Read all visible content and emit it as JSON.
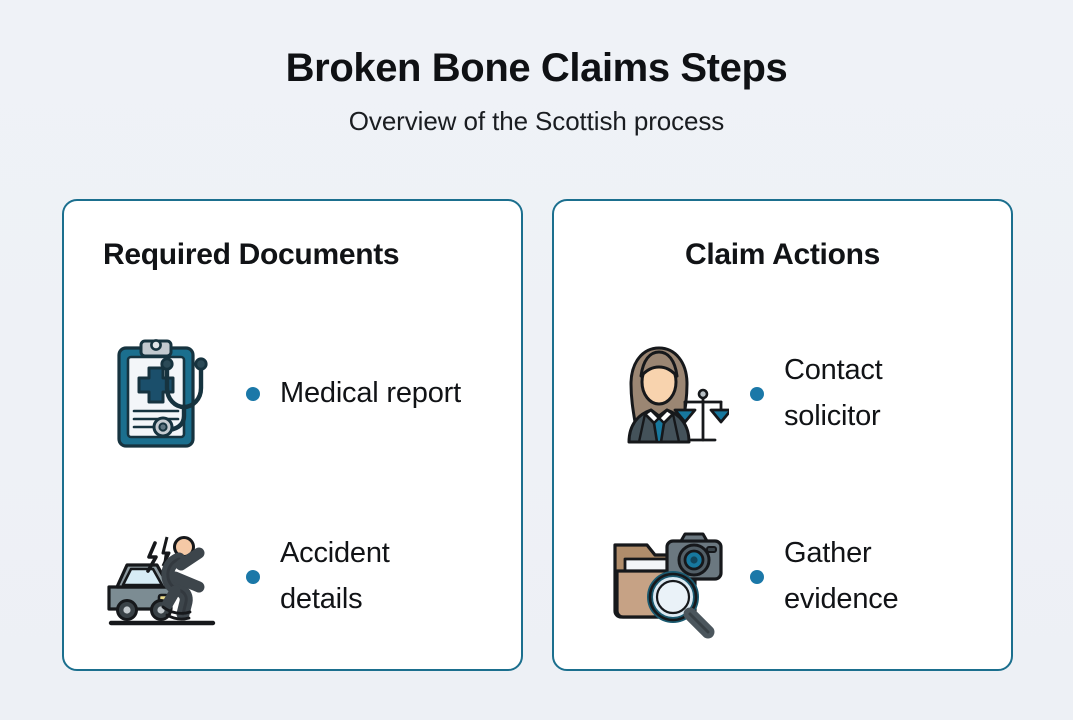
{
  "header": {
    "title": "Broken Bone Claims Steps",
    "subtitle": "Overview of the Scottish process"
  },
  "theme": {
    "background": "#eef1f6",
    "card_background": "#ffffff",
    "card_border": "#1b6f8e",
    "bullet": "#1b78a8",
    "text": "#111316"
  },
  "cards": [
    {
      "title": "Required Documents",
      "title_align": "left",
      "items": [
        {
          "label": "Medical report",
          "icon": "medical-report-clipboard-stethoscope-icon"
        },
        {
          "label": "Accident details",
          "icon": "car-accident-pedestrian-icon"
        }
      ]
    },
    {
      "title": "Claim Actions",
      "title_align": "center",
      "items": [
        {
          "label": "Contact solicitor",
          "icon": "solicitor-scales-of-justice-icon"
        },
        {
          "label": "Gather evidence",
          "icon": "folder-camera-magnifier-icon"
        }
      ]
    }
  ]
}
